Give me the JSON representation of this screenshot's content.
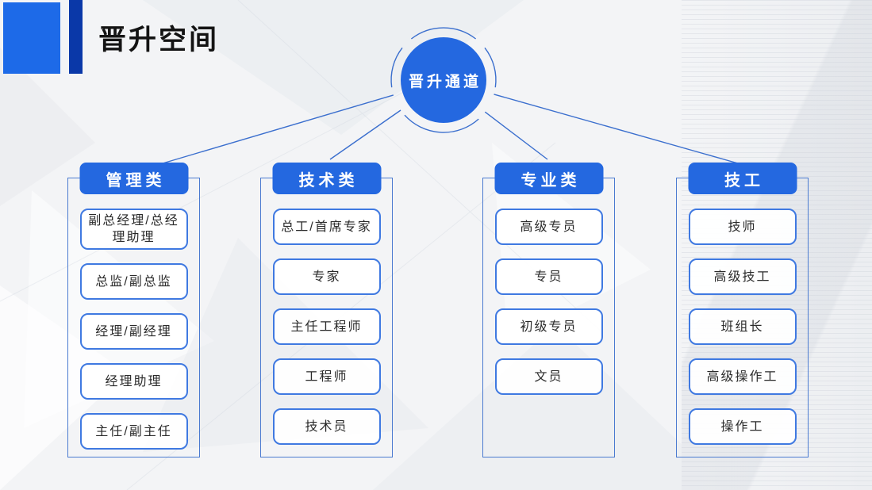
{
  "slide": {
    "title": "晋升空间"
  },
  "hub": {
    "label": "晋升通道"
  },
  "columns": [
    {
      "header": "管理类",
      "items": [
        "副总经理/总经理助理",
        "总监/副总监",
        "经理/副经理",
        "经理助理",
        "主任/副主任"
      ]
    },
    {
      "header": "技术类",
      "items": [
        "总工/首席专家",
        "专家",
        "主任工程师",
        "工程师",
        "技术员"
      ]
    },
    {
      "header": "专业类",
      "items": [
        "高级专员",
        "专员",
        "初级专员",
        "文员"
      ]
    },
    {
      "header": "技工",
      "items": [
        "技师",
        "高级技工",
        "班组长",
        "高级操作工",
        "操作工"
      ]
    }
  ],
  "colors": {
    "accent_blue": "#2468e0",
    "accent_square_blue": "#1d6ae8",
    "accent_bar_dark_blue": "#0a38a8",
    "connector_blue": "#3b6fce",
    "frame_border_blue": "#4a7ad0",
    "item_border_blue": "#3f79e1",
    "title_text": "#141414",
    "item_text": "#2b2b2b",
    "background": "#f3f4f6"
  }
}
